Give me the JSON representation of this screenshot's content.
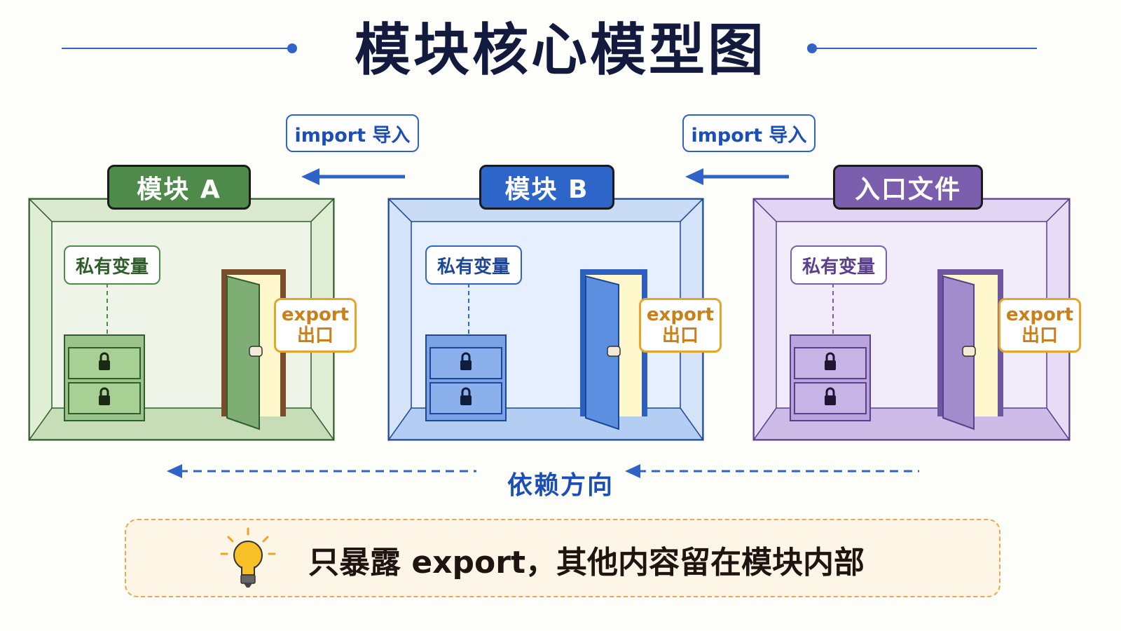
{
  "title": "模块核心模型图",
  "import_labels": [
    "import 导入",
    "import 导入"
  ],
  "modules": [
    {
      "name": "模块 A",
      "private_label": "私有变量",
      "export_line1": "export",
      "export_line2": "出口",
      "color": "#4e8a4a",
      "fill": "#eef5e8",
      "wall": "#d9e8cf",
      "door": "#7fae74",
      "dark": "#2f5e2c",
      "frame": "#7a4d2a"
    },
    {
      "name": "模块 B",
      "private_label": "私有变量",
      "export_line1": "export",
      "export_line2": "出口",
      "color": "#2d66c8",
      "fill": "#e6efff",
      "wall": "#cadbf6",
      "door": "#5d8fe0",
      "dark": "#1d4796",
      "frame": "#2d5fc0"
    },
    {
      "name": "入口文件",
      "private_label": "私有变量",
      "export_line1": "export",
      "export_line2": "出口",
      "color": "#7b5eae",
      "fill": "#f1ebfa",
      "wall": "#e0d4f2",
      "door": "#a38ccc",
      "dark": "#5a3f8b",
      "frame": "#6d57a0"
    }
  ],
  "dependency_label": "依赖方向",
  "note": "只暴露 export，其他内容留在模块内部",
  "icons": [
    "lightbulb-icon",
    "lock-icon",
    "arrow-left-icon"
  ],
  "accent": "#2f63c7",
  "export_color": "#e8a32a"
}
